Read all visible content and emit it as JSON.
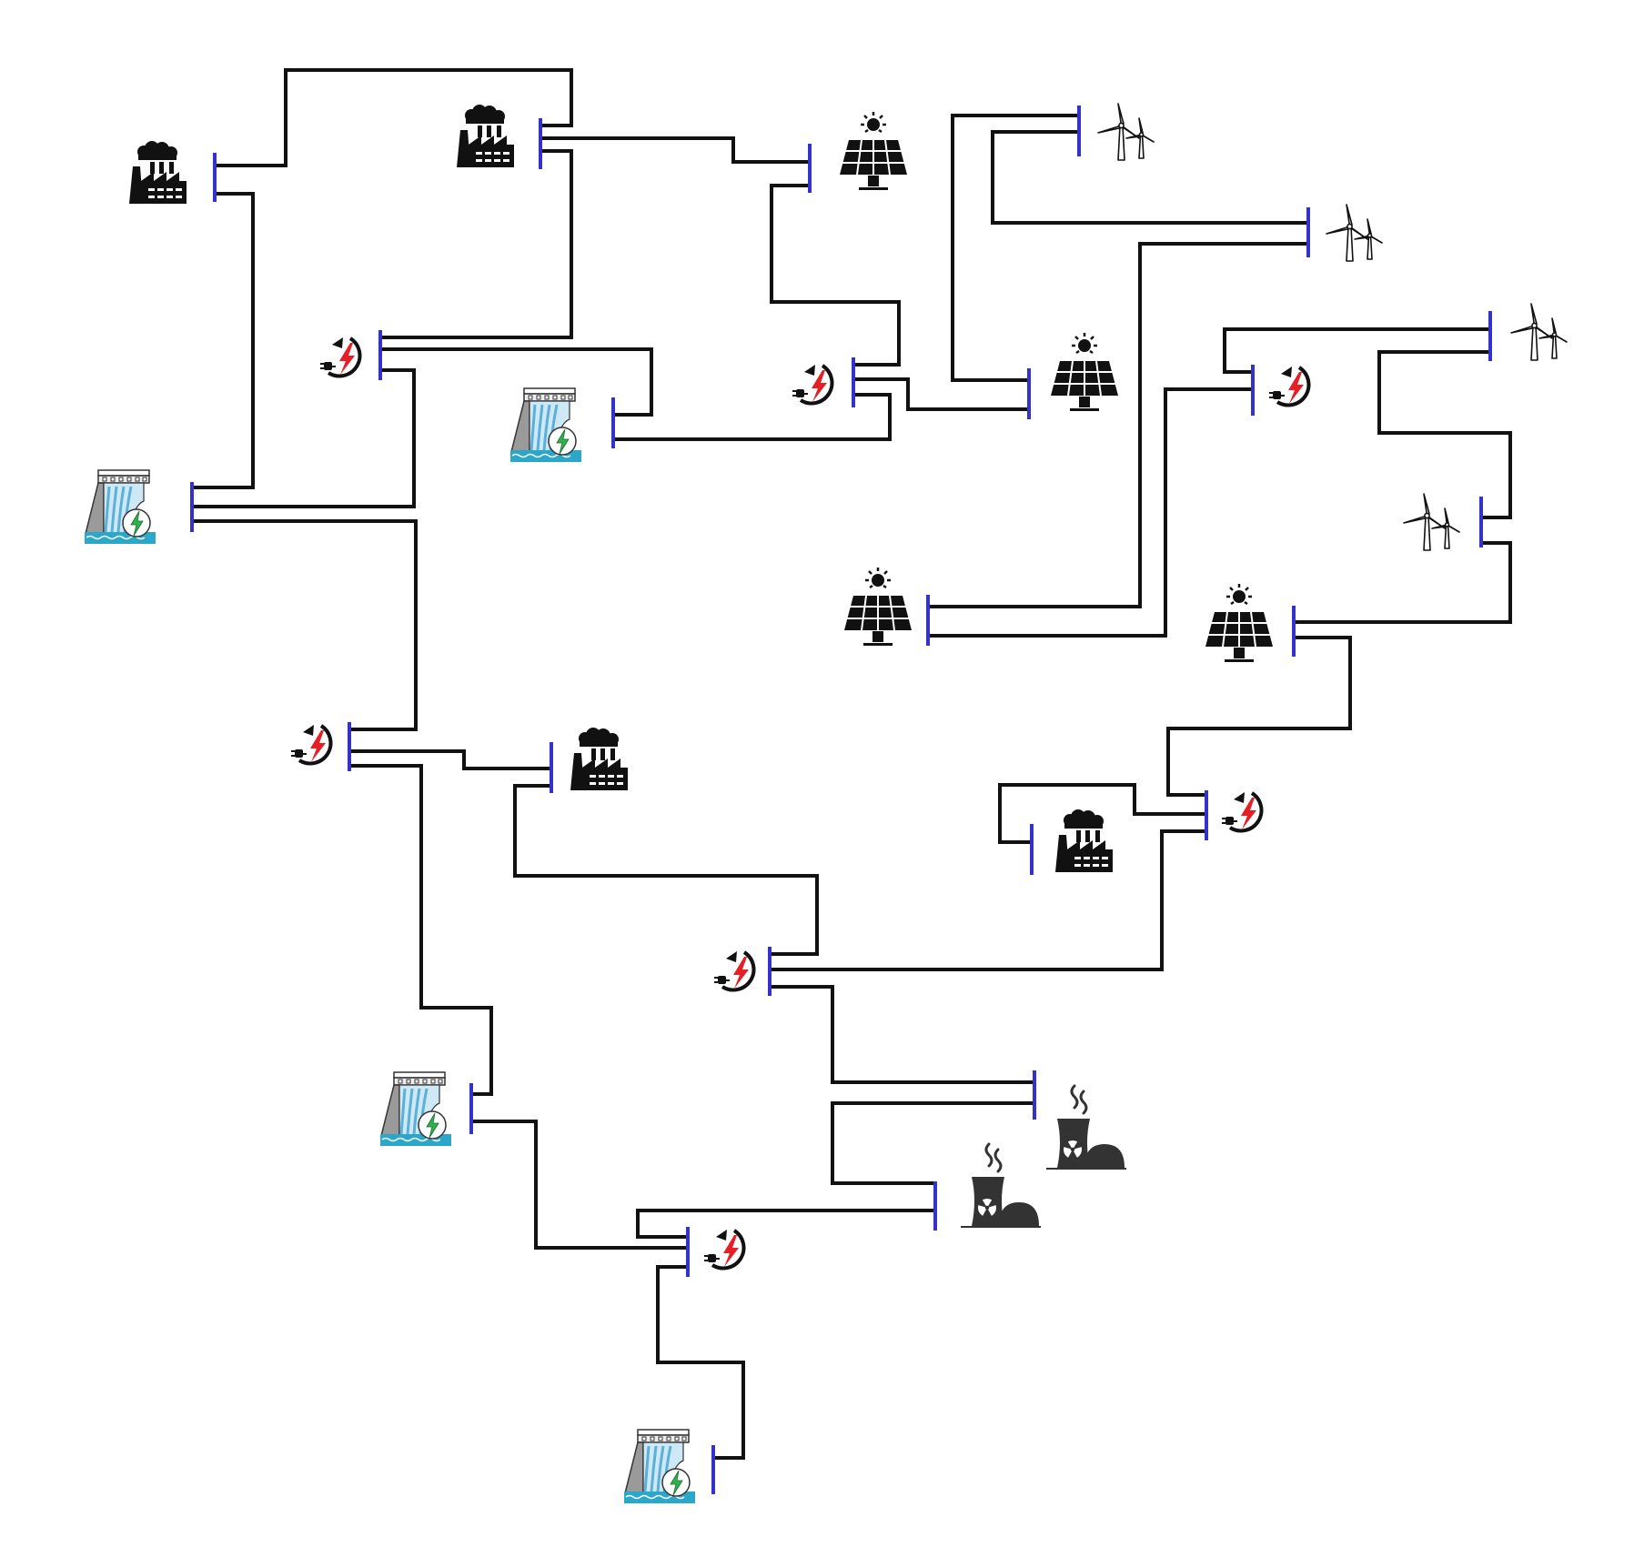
{
  "diagram": {
    "type": "power-grid-single-line-diagram",
    "colors": {
      "line": "#111111",
      "bus_bar": "#3333cc",
      "dark_icon": "#111111",
      "nuclear": "#333333",
      "substation_bolt": "#e61e25",
      "hydro_water": "#2aa7c9",
      "hydro_bolt": "#2db34a",
      "hydro_dam": "#999999"
    },
    "nodes": [
      {
        "id": "factory-1",
        "kind": "thermal-plant",
        "icon": "factory-icon"
      },
      {
        "id": "factory-2",
        "kind": "thermal-plant",
        "icon": "factory-icon"
      },
      {
        "id": "factory-3",
        "kind": "thermal-plant",
        "icon": "factory-icon"
      },
      {
        "id": "factory-4",
        "kind": "thermal-plant",
        "icon": "factory-icon"
      },
      {
        "id": "solar-1",
        "kind": "solar-plant",
        "icon": "solar-panel-icon"
      },
      {
        "id": "solar-2",
        "kind": "solar-plant",
        "icon": "solar-panel-icon"
      },
      {
        "id": "solar-3",
        "kind": "solar-plant",
        "icon": "solar-panel-icon"
      },
      {
        "id": "solar-4",
        "kind": "solar-plant",
        "icon": "solar-panel-icon"
      },
      {
        "id": "wind-1",
        "kind": "wind-farm",
        "icon": "wind-turbine-icon"
      },
      {
        "id": "wind-2",
        "kind": "wind-farm",
        "icon": "wind-turbine-icon"
      },
      {
        "id": "wind-3",
        "kind": "wind-farm",
        "icon": "wind-turbine-icon"
      },
      {
        "id": "wind-4",
        "kind": "wind-farm",
        "icon": "wind-turbine-icon"
      },
      {
        "id": "hydro-1",
        "kind": "hydro-plant",
        "icon": "hydro-dam-icon"
      },
      {
        "id": "hydro-2",
        "kind": "hydro-plant",
        "icon": "hydro-dam-icon"
      },
      {
        "id": "hydro-3",
        "kind": "hydro-plant",
        "icon": "hydro-dam-icon"
      },
      {
        "id": "hydro-4",
        "kind": "hydro-plant",
        "icon": "hydro-dam-icon"
      },
      {
        "id": "nuclear-1",
        "kind": "nuclear-plant",
        "icon": "nuclear-plant-icon"
      },
      {
        "id": "nuclear-2",
        "kind": "nuclear-plant",
        "icon": "nuclear-plant-icon"
      },
      {
        "id": "sub-1",
        "kind": "substation",
        "icon": "substation-icon"
      },
      {
        "id": "sub-2",
        "kind": "substation",
        "icon": "substation-icon"
      },
      {
        "id": "sub-3",
        "kind": "substation",
        "icon": "substation-icon"
      },
      {
        "id": "sub-4",
        "kind": "substation",
        "icon": "substation-icon"
      },
      {
        "id": "sub-5",
        "kind": "substation",
        "icon": "substation-icon"
      },
      {
        "id": "sub-6",
        "kind": "substation",
        "icon": "substation-icon"
      },
      {
        "id": "sub-7",
        "kind": "substation",
        "icon": "substation-icon"
      }
    ]
  }
}
